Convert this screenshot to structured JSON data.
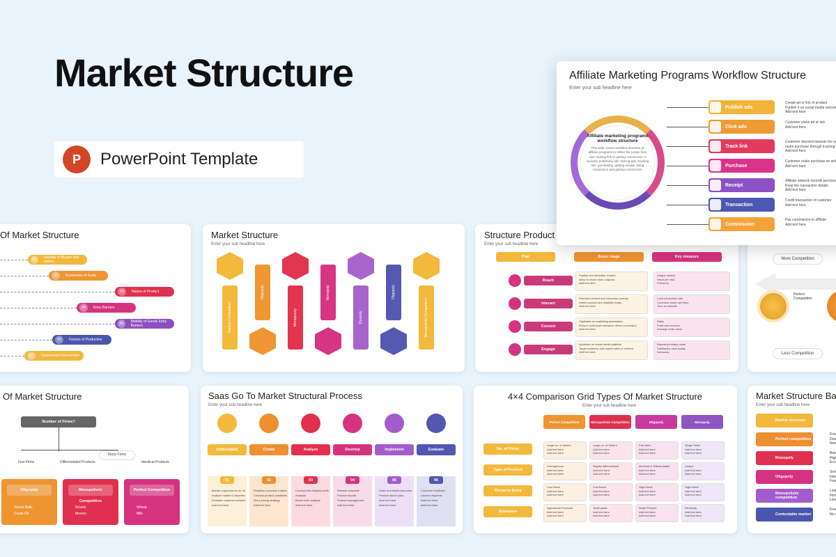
{
  "header": {
    "title": "Market Structure",
    "badge_logo": "P",
    "badge_text": "PowerPoint Template"
  },
  "featured": {
    "title": "Affiliate Marketing Programs Workflow Structure",
    "subtitle": "Enter your sub headline here",
    "center_title": "Affiliate marketing programs workflow structure",
    "center_text": "This slide covers workflow structure of affiliate programs to reflect the jumps from user clicking link to getting commission. It includes publishing ads clicking ads, tracking link, purchasing, getting receipt, doing transaction and getting commission",
    "steps": [
      {
        "label": "Publish ads",
        "color": "#f2b43b",
        "notes": [
          "Create ad or link of product",
          "Publish it on social media website",
          "Add text here"
        ]
      },
      {
        "label": "Click ads",
        "color": "#ef9a33",
        "notes": [
          "Customer clicks ad or link",
          "Add text here"
        ]
      },
      {
        "label": "Track link",
        "color": "#e23a5c",
        "notes": [
          "Customer directed towards the website",
          "make purchase through tracking link",
          "Add text here"
        ]
      },
      {
        "label": "Purchase",
        "color": "#d9348a",
        "notes": [
          "Customer make purchase on website",
          "Add text here"
        ]
      },
      {
        "label": "Receipt",
        "color": "#8a52c4",
        "notes": [
          "Affiliate network records purchase",
          "Keep the transaction details",
          "Add text here"
        ]
      },
      {
        "label": "Transaction",
        "color": "#4d58b3",
        "notes": [
          "Credit transaction of customer",
          "Add text here"
        ]
      },
      {
        "label": "Commission",
        "color": "#f4a33a",
        "notes": [
          "Pay commission to affiliate",
          "Add text here"
        ]
      }
    ]
  },
  "card1": {
    "title": "Of Market Structure",
    "rows": [
      {
        "num": "01",
        "label": "Number of Buyers and Sellers",
        "color": "#f0b73c"
      },
      {
        "num": "02",
        "label": "Economies of Scale",
        "color": "#ee9430"
      },
      {
        "num": "03",
        "label": "Nature of Product",
        "color": "#e0304f"
      },
      {
        "num": "04",
        "label": "Entry Barriers",
        "color": "#d5337f"
      },
      {
        "num": "05",
        "label": "Mobility of Goods Entry Barriers",
        "color": "#8d4fbf"
      },
      {
        "num": "06",
        "label": "Factors of Production",
        "color": "#4a55ad"
      },
      {
        "num": "07",
        "label": "Government Intervention",
        "color": "#f0b73c"
      }
    ]
  },
  "card2": {
    "title": "Market Structure",
    "subtitle": "Enter your sub headline here",
    "bars": [
      {
        "label": "Perfect Competition",
        "color": "#f3b93d"
      },
      {
        "label": "Oligopoly",
        "color": "#ee9733"
      },
      {
        "label": "Monopsony",
        "color": "#e23550"
      },
      {
        "label": "Monopoly",
        "color": "#d63583"
      },
      {
        "label": "Duopoly",
        "color": "#a864cd"
      },
      {
        "label": "Oligopoly",
        "color": "#5659b2"
      },
      {
        "label": "Monopolistic Competition",
        "color": "#f3b93d"
      }
    ]
  },
  "card3": {
    "title": "Structure Product",
    "subtitle": "Enter your sub headline here",
    "headers": [
      "Plan",
      "Buyer stage",
      "Key measure"
    ],
    "rows": [
      {
        "label": "Reach",
        "stage": [
          "Publish and advertise content",
          "Allow to share other outposts",
          "Add text here"
        ],
        "measure": [
          "Unique visitors",
          "Value per visit",
          "Followers"
        ]
      },
      {
        "label": "Interact",
        "stage": [
          "Relevant content and consumer journey",
          "Useful product and establish leads",
          "Add text here"
        ],
        "measure": [
          "Lead conversion rate",
          "Comment share and likes",
          "Time on website"
        ]
      },
      {
        "label": "Convert",
        "stage": [
          "Capitalize on marketing automation",
          "Ensure contextual relevance drives conversion",
          "Add text here"
        ],
        "measure": [
          "Sales",
          "Profit and revenue",
          "Average order value"
        ]
      },
      {
        "label": "Engage",
        "stage": [
          "Advertise on social media platform",
          "Target audience and repeat sales or referral",
          "Add text here"
        ],
        "measure": [
          "Repeat purchase value",
          "Satisfaction and loyalty",
          "Advocacy"
        ]
      }
    ]
  },
  "card4": {
    "top": "More Competition",
    "bottom": "Less Competition",
    "left_label": "Perfect Competition"
  },
  "card5": {
    "title": "Of Market Structure",
    "root": "Number of Firms?",
    "branch": "Many Firms",
    "few": "Few Firms",
    "diff": "Differentiated Products",
    "ident": "Identical Products",
    "cols": [
      {
        "label": "Oligopoly",
        "color": "#ee9430",
        "items": [
          "Tennis Balls",
          "Crude Oil"
        ]
      },
      {
        "label": "Monopolistic Competition",
        "color": "#e0304f",
        "items": [
          "Novels",
          "Movies"
        ]
      },
      {
        "label": "Perfect Competition",
        "color": "#d5337f",
        "items": [
          "Wheat",
          "Milk"
        ]
      }
    ]
  },
  "card6": {
    "title": "Saas Go To Market Structural Process",
    "subtitle": "Enter your sub headline here",
    "steps": [
      {
        "label": "Understand",
        "num": "01",
        "color": "#f3b93d",
        "bg": "#fdf0d8",
        "items": [
          "Market requirements for new products",
          "Analyze market Competition",
          "Evaluate customer behavior",
          "Add text Here"
        ]
      },
      {
        "label": "Create",
        "num": "02",
        "color": "#ee8f30",
        "bg": "#fde5d0",
        "items": [
          "Establish a product roadmap",
          "Conduct product positioning",
          "Set a pricing strategy",
          "Add text Here"
        ]
      },
      {
        "label": "Analyze",
        "num": "03",
        "color": "#e1304f",
        "bg": "#fbdbe1",
        "items": [
          "Conduct risk Analysis perform budget",
          "Analysis",
          "Break even analysis",
          "Add text Here"
        ]
      },
      {
        "label": "Develop",
        "num": "04",
        "color": "#d5337f",
        "bg": "#f8dbe9",
        "items": [
          "Release schedule",
          "Product reports",
          "Product management",
          "Add text Here"
        ]
      },
      {
        "label": "Implement",
        "num": "05",
        "color": "#a35ccb",
        "bg": "#ecdff6",
        "items": [
          "Sales and distribution plan",
          "Product launch plan",
          "Add text Here",
          "Add text Here"
        ]
      },
      {
        "label": "Evaluate",
        "num": "06",
        "color": "#5357b0",
        "bg": "#dfe0f2",
        "items": [
          "Customer feedback",
          "Launch response",
          "Add text Here",
          "Add text Here"
        ]
      }
    ]
  },
  "card7": {
    "title": "4×4 Comparison Grid Types Of Market Structure",
    "subtitle": "Enter your sub headline here",
    "cols": [
      {
        "label": "Perfect Competition",
        "color": "#ee9430",
        "bg": "#fdf0e0"
      },
      {
        "label": "Monopolistic Competition",
        "color": "#e0304f",
        "bg": "#fce5ea"
      },
      {
        "label": "Oligopoly",
        "color": "#c93aa0",
        "bg": "#f8e2f0"
      },
      {
        "label": "Monopoly",
        "color": "#8f55c4",
        "bg": "#efe6f8"
      }
    ],
    "rows": [
      {
        "label": "No. of Firms",
        "cells": [
          "Large no. of Sellers",
          "Large no. of Sellers",
          "Few firms",
          "Single Seller"
        ]
      },
      {
        "label": "Type of Product",
        "cells": [
          "Homogenous",
          "Slightly differentiated",
          "Identical or Differentiated",
          "Unique"
        ]
      },
      {
        "label": "Threat to Entry",
        "cells": [
          "Low threat",
          "Low threat",
          "High threat",
          "High threat"
        ]
      },
      {
        "label": "Examples",
        "cells": [
          "Agricultural Products",
          "Tooth paste",
          "Smart Phones",
          "Electricity"
        ]
      }
    ]
  },
  "card8": {
    "title": "Market Structure Ba",
    "subtitle": "Enter your sub headline here",
    "rows": [
      {
        "label": "Market structure",
        "color": "#f3b93d",
        "notes": []
      },
      {
        "label": "Perfect competition",
        "color": "#ee8f30",
        "notes": [
          "Freedom",
          "Deals in",
          "Normal p"
        ]
      },
      {
        "label": "Monopoly",
        "color": "#e0304f",
        "notes": [
          "Barriers t",
          "Higher pr",
          "Economie"
        ]
      },
      {
        "label": "Oligopoly",
        "color": "#d5337f",
        "notes": [
          "Some bar",
          "Interdepe",
          "Few large"
        ]
      },
      {
        "label": "Monopolistic competition",
        "color": "#a35ccb",
        "notes": [
          "Low barri",
          "Firms pro",
          "Less prof"
        ]
      },
      {
        "label": "Contestable market",
        "color": "#4a55ad",
        "notes": [
          "Freedom",
          "No sunk c"
        ]
      }
    ]
  },
  "add_text": "Add text here"
}
